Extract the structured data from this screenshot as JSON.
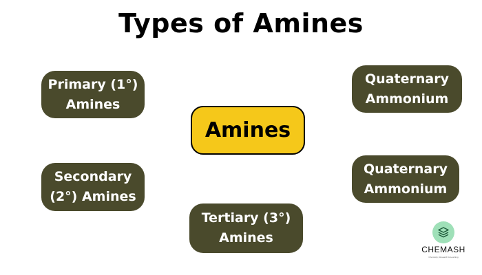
{
  "title": "Types of Amines",
  "center": {
    "label": "Amines",
    "color": "#f5c81a"
  },
  "nodes": {
    "primary": {
      "line1": "Primary (1°)",
      "line2": "Amines"
    },
    "secondary": {
      "line1": "Secondary",
      "line2": "(2°) Amines"
    },
    "tertiary": {
      "line1": "Tertiary (3°)",
      "line2": "Amines"
    },
    "quaternary_top": {
      "line1": "Quaternary",
      "line2": "Ammonium"
    },
    "quaternary_bottom": {
      "line1": "Quaternary",
      "line2": "Ammonium"
    }
  },
  "node_color": "#4a4a2c",
  "logo": {
    "brand": "CHEMASH",
    "tagline": "Chemistry, Research & Learning",
    "icon": "layers-icon",
    "color": "#9fe0b8"
  }
}
